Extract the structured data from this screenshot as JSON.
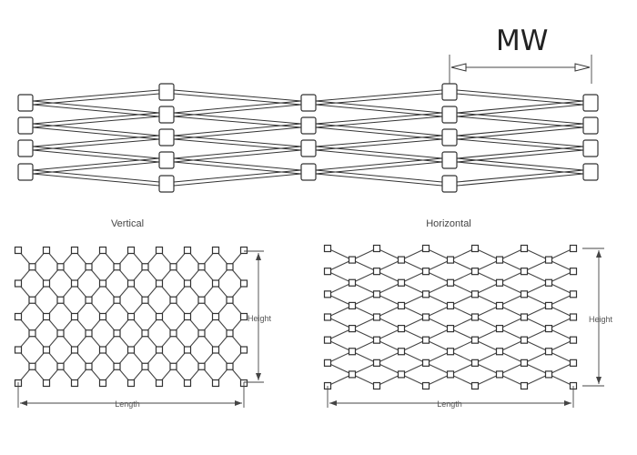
{
  "top": {
    "dimension_label": "MW"
  },
  "vertical": {
    "title": "Vertical",
    "height_label": "Height",
    "length_label": "Length"
  },
  "horizontal": {
    "title": "Horizontal",
    "height_label": "Height",
    "length_label": "Length"
  },
  "colors": {
    "line": "#333333",
    "background": "#ffffff"
  }
}
